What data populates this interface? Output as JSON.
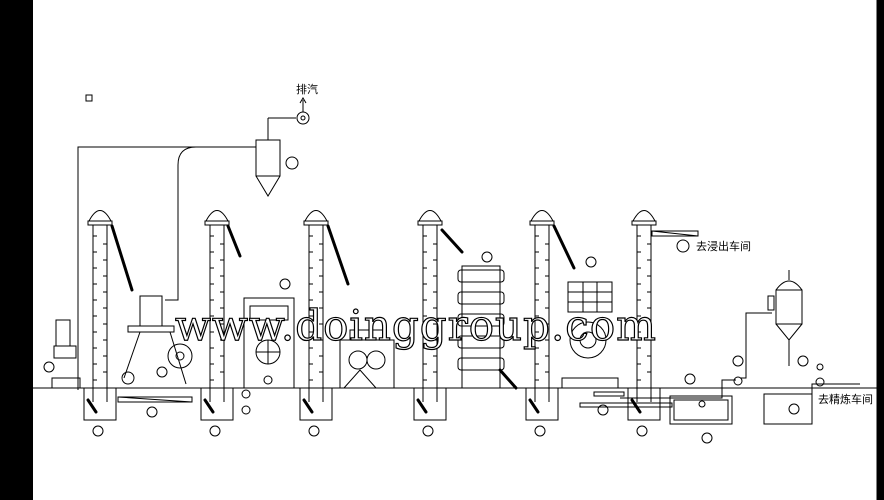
{
  "colors": {
    "frame_bg": "#000000",
    "paper": "#ffffff",
    "line": "#000000",
    "watermark_fill": "#ffffff"
  },
  "labels": {
    "exhaust": "排汽",
    "to_extraction": "去浸出车间",
    "to_refining": "去精炼车间"
  },
  "watermark": "www.doinggroup.com",
  "icons": [
    "exhaust-fan-icon",
    "cyclone-icon",
    "elevator-head-icon",
    "motor-icon",
    "pump-icon",
    "conveyor-icon"
  ]
}
